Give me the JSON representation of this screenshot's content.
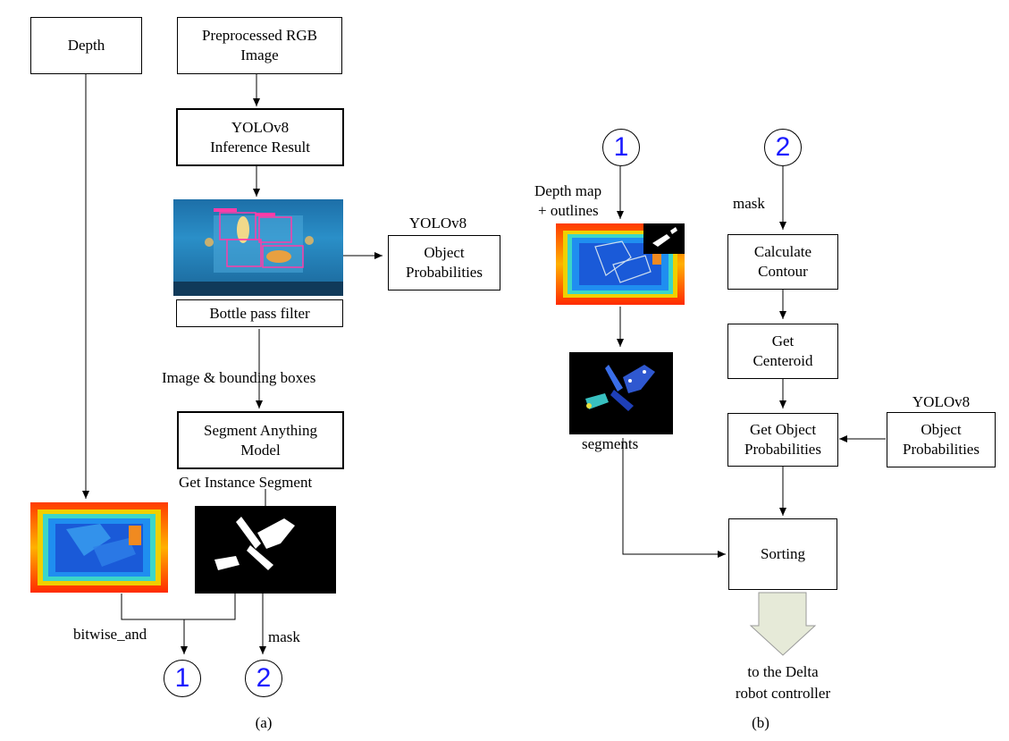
{
  "panel_a": {
    "depth": "Depth",
    "rgb": [
      "Preprocessed RGB",
      "Image"
    ],
    "yolo_result": [
      "YOLOv8",
      "Inference Result"
    ],
    "yolo_label": "YOLOv8",
    "object_probabilities": [
      "Object",
      "Probabilities"
    ],
    "bottle_filter": "Bottle pass filter",
    "img_bbox": "Image & bounding boxes",
    "sam": [
      "Segment Anything",
      "Model"
    ],
    "instance_segment": "Get Instance Segment",
    "bitwise_and": "bitwise_and",
    "mask": "mask",
    "circle1": "1",
    "circle2": "2",
    "caption": "(a)"
  },
  "panel_b": {
    "circle1": "1",
    "circle2": "2",
    "depth_map": [
      "Depth map",
      "+ outlines"
    ],
    "mask": "mask",
    "calc_contour": [
      "Calculate",
      "Contour"
    ],
    "get_centroid": [
      "Get",
      "Centeroid"
    ],
    "get_obj_prob": [
      "Get Object",
      "Probabilities"
    ],
    "yolo_label": "YOLOv8",
    "object_probabilities": [
      "Object",
      "Probabilities"
    ],
    "segments": "segments",
    "sorting": "Sorting",
    "delta": [
      "to the Delta",
      "robot controller"
    ],
    "caption": "(b)"
  },
  "colors": {
    "circle_text": "#1a1aff",
    "arrow_fill": "#e6ead8"
  }
}
